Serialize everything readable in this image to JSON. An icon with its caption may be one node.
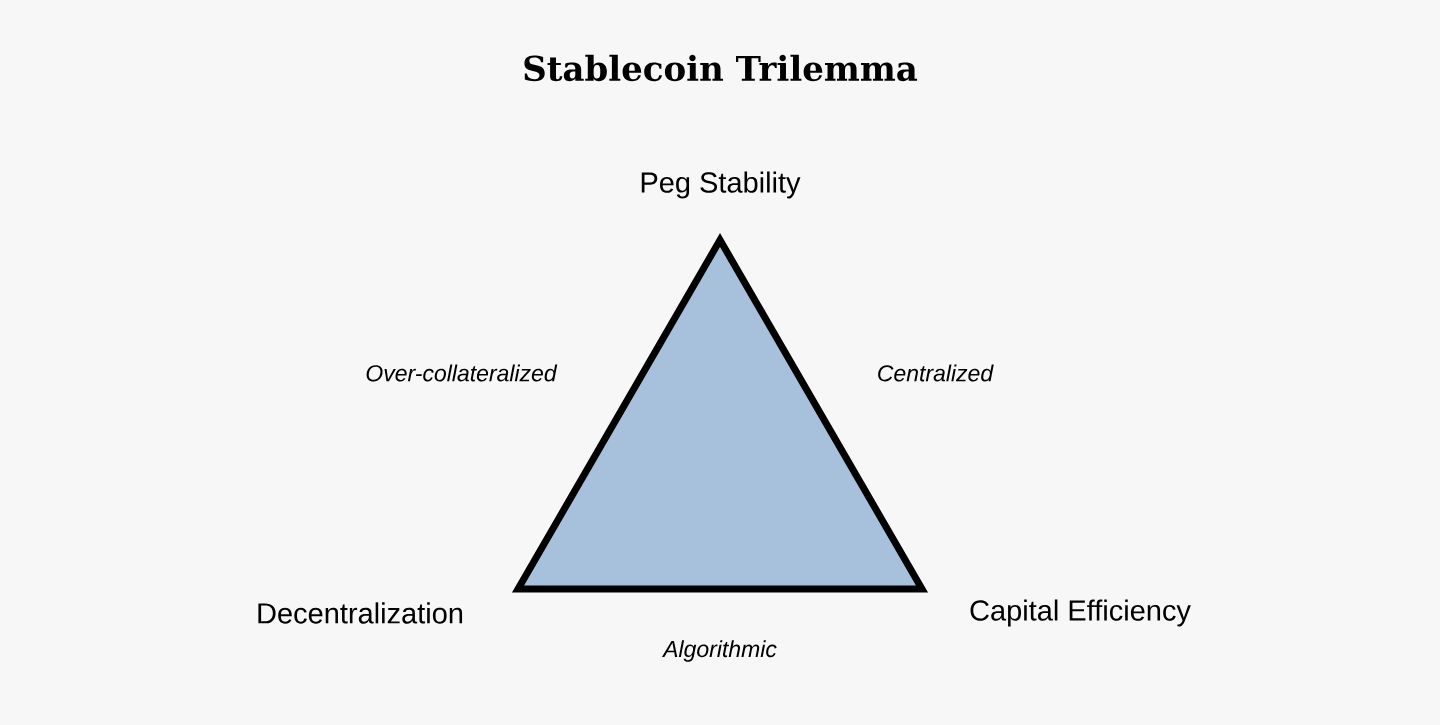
{
  "diagram": {
    "title": "Stablecoin Trilemma",
    "nodes": [
      {
        "text": [],
        "shape": "triangle"
      }
    ],
    "labels": [
      "Peg Stability",
      "Over-collateralized",
      "Centralized",
      "Decentralization",
      "Capital Efficiency",
      "Algorithmic"
    ]
  }
}
